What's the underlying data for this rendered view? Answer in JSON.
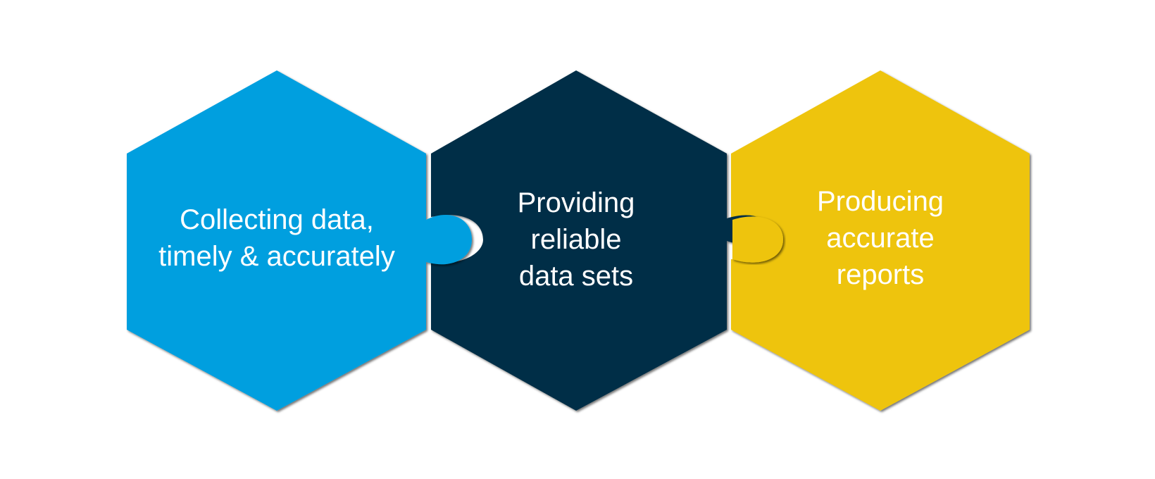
{
  "diagram": {
    "pieces": [
      {
        "lines": [
          "Collecting data,",
          "timely & accurately"
        ],
        "color": "#009FDF",
        "text_color": "#FFFFFF"
      },
      {
        "lines": [
          "Providing",
          "reliable",
          "data sets"
        ],
        "color": "#052F46",
        "text_color": "#FFFFFF"
      },
      {
        "lines": [
          "Producing",
          "accurate",
          "reports"
        ],
        "color": "#EEC409",
        "text_color": "#FFFFFF"
      }
    ]
  }
}
